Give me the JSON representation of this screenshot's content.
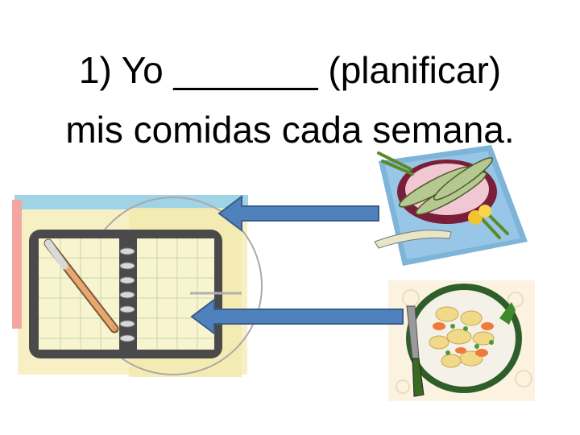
{
  "slide": {
    "line1": "1) Yo _______ (planificar)",
    "line2": "mis comidas cada semana."
  },
  "icons": {
    "planner": "planner-notebook-with-pen",
    "fish_plate": "fish-plate-clipart",
    "pasta_plate": "pasta-salad-plate-clipart",
    "arrows": "left-arrow"
  },
  "colors": {
    "arrow_fill": "#4f81bd",
    "arrow_stroke": "#385d8a"
  }
}
